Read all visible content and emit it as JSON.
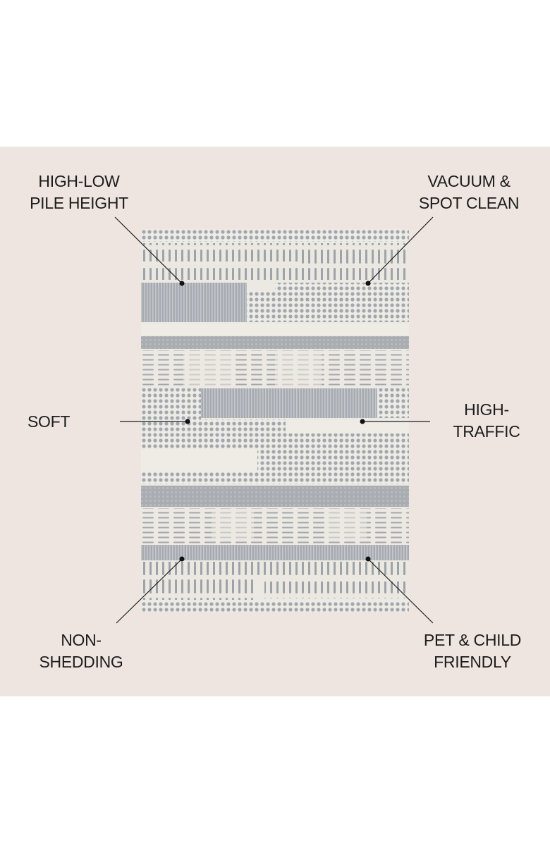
{
  "colors": {
    "background": "#eee5e1",
    "text": "#1c1c1c",
    "rug_grey": "#a4a8ad",
    "rug_cream": "#ece9e2"
  },
  "product_image": "rug-icon",
  "callouts": {
    "pile": {
      "line1": "HIGH-LOW",
      "line2": "PILE HEIGHT"
    },
    "clean": {
      "line1": "VACUUM &",
      "line2": "SPOT CLEAN"
    },
    "soft": {
      "line1": "SOFT"
    },
    "traffic": {
      "line1": "HIGH-",
      "line2": "TRAFFIC"
    },
    "shedding": {
      "line1": "NON-",
      "line2": "SHEDDING"
    },
    "friendly": {
      "line1": "PET & CHILD",
      "line2": "FRIENDLY"
    }
  }
}
